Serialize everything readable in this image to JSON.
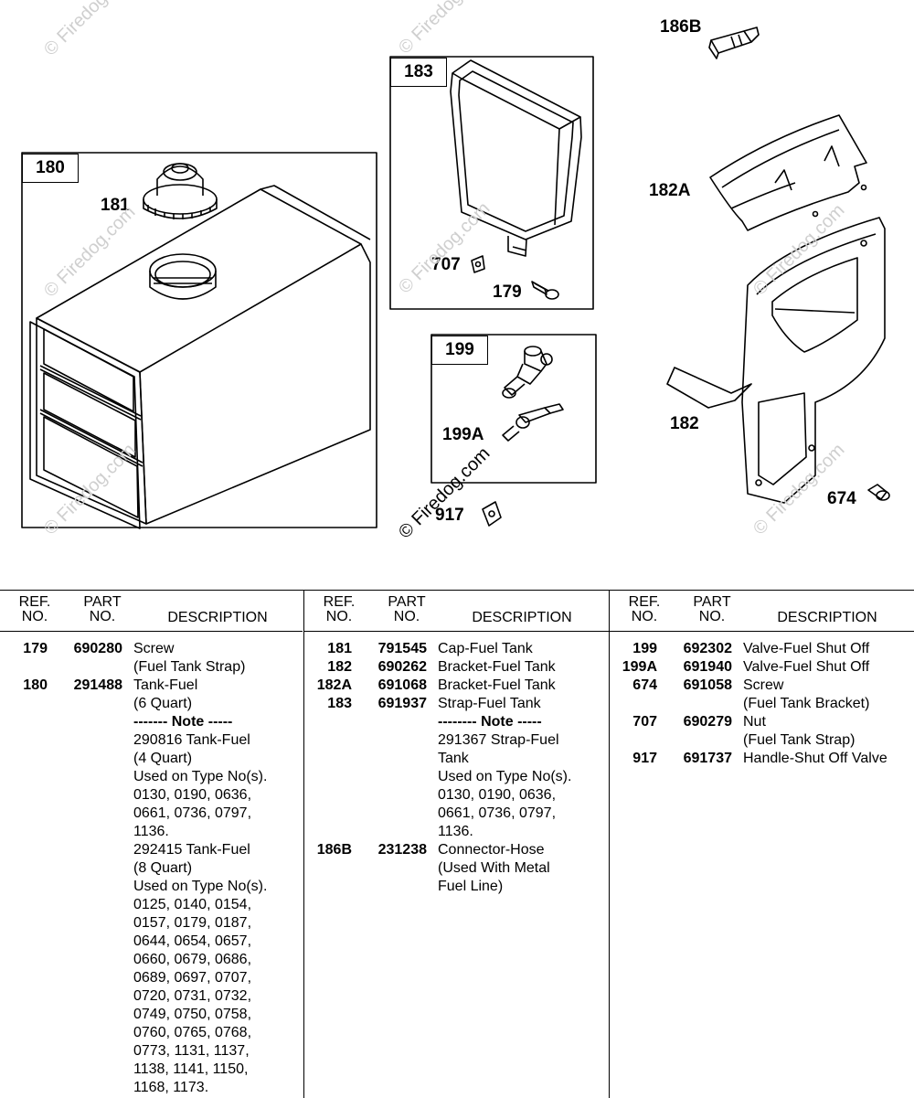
{
  "diagram": {
    "box_labels": {
      "b180": "180",
      "b183": "183",
      "b199": "199"
    },
    "callouts": {
      "c181": "181",
      "c186B": "186B",
      "c182A": "182A",
      "c707": "707",
      "c179": "179",
      "c199A": "199A",
      "c182": "182",
      "c674": "674",
      "c917": "917"
    },
    "copyright": "© Firedog.com",
    "watermark": "© Firedog.com"
  },
  "table": {
    "headers": {
      "ref": "REF.\nNO.",
      "part": "PART\nNO.",
      "desc": "DESCRIPTION"
    },
    "col1": [
      {
        "ref": "179",
        "part": "690280",
        "desc": "Screw\n(Fuel Tank Strap)"
      },
      {
        "ref": "180",
        "part": "291488",
        "desc": "Tank-Fuel\n(6 Quart)"
      },
      {
        "ref": "",
        "part": "",
        "desc": "------- Note -----",
        "bold": true
      },
      {
        "ref": "",
        "part": "",
        "desc": "290816 Tank-Fuel\n(4 Quart)\nUsed on Type No(s).\n0130, 0190, 0636,\n0661, 0736, 0797,\n1136."
      },
      {
        "ref": "",
        "part": "",
        "desc": "292415 Tank-Fuel\n(8 Quart)\nUsed on Type No(s).\n0125, 0140, 0154,\n0157, 0179, 0187,\n0644, 0654, 0657,\n0660, 0679, 0686,\n0689, 0697, 0707,\n0720, 0731, 0732,\n0749, 0750, 0758,\n0760, 0765, 0768,\n0773, 1131, 1137,\n1138, 1141, 1150,\n1168, 1173."
      }
    ],
    "col2": [
      {
        "ref": "181",
        "part": "791545",
        "desc": "Cap-Fuel Tank"
      },
      {
        "ref": "182",
        "part": "690262",
        "desc": "Bracket-Fuel Tank"
      },
      {
        "ref": "182A",
        "part": "691068",
        "desc": "Bracket-Fuel Tank"
      },
      {
        "ref": "183",
        "part": "691937",
        "desc": "Strap-Fuel Tank"
      },
      {
        "ref": "",
        "part": "",
        "desc": "-------- Note -----",
        "bold": true
      },
      {
        "ref": "",
        "part": "",
        "desc": "291367 Strap-Fuel\nTank\nUsed on Type No(s).\n0130, 0190, 0636,\n0661, 0736, 0797,\n1136."
      },
      {
        "ref": "186B",
        "part": "231238",
        "desc": "Connector-Hose\n(Used With Metal\nFuel Line)"
      }
    ],
    "col3": [
      {
        "ref": "199",
        "part": "692302",
        "desc": "Valve-Fuel Shut Off"
      },
      {
        "ref": "199A",
        "part": "691940",
        "desc": "Valve-Fuel Shut Off"
      },
      {
        "ref": "674",
        "part": "691058",
        "desc": "Screw\n(Fuel Tank Bracket)"
      },
      {
        "ref": "707",
        "part": "690279",
        "desc": "Nut\n(Fuel Tank Strap)"
      },
      {
        "ref": "917",
        "part": "691737",
        "desc": "Handle-Shut Off Valve"
      }
    ]
  }
}
